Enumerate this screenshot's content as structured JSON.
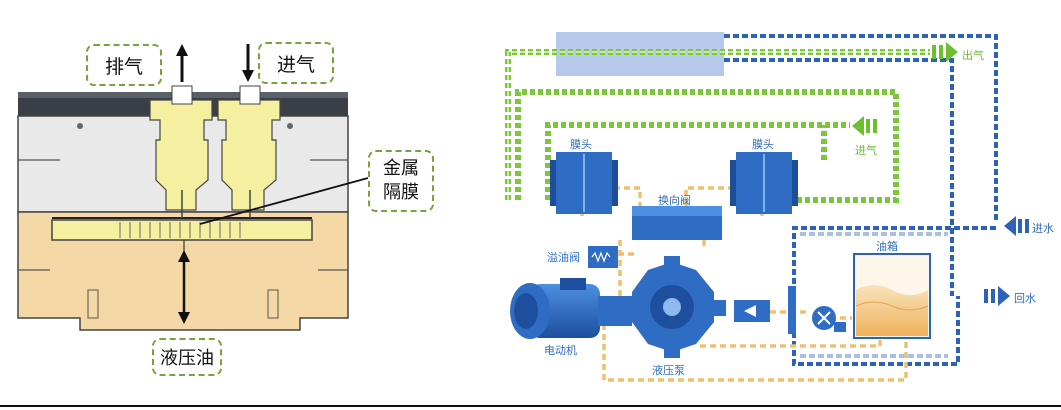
{
  "left_labels": {
    "exhaust": "排气",
    "intake": "进气",
    "metal_diaphragm_line1": "金属",
    "metal_diaphragm_line2": "隔膜",
    "hydraulic_oil": "液压油"
  },
  "right_labels": {
    "gas_out": "出气",
    "gas_in": "进气",
    "membrane_head_left": "膜头",
    "membrane_head_right": "膜头",
    "reversing_valve": "换向阀",
    "overflow_valve": "溢油阀",
    "oil_tank": "油箱",
    "water_in": "进水",
    "water_return": "回水",
    "motor": "电动机",
    "hydraulic_pump": "液压泵"
  },
  "colors": {
    "pipe_green": "#7cc63c",
    "pipe_blue": "#2e62b8",
    "pipe_oil": "#f0c070",
    "component_blue": "#2f6cc4",
    "body_tan": "#f4d9a6",
    "body_gray": "#e8e8e8",
    "valve_yellow": "#f5f0a0",
    "callout_border": "#7aa23c",
    "label_blue": "#2e6fc0",
    "label_green": "#6cbf2e"
  }
}
